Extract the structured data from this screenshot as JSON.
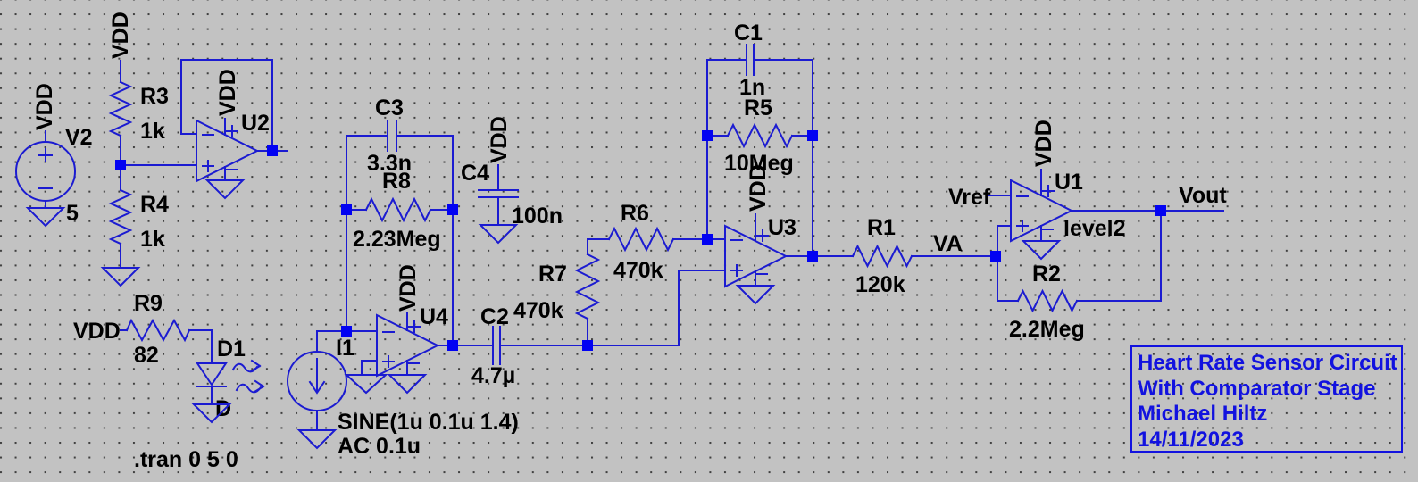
{
  "nets": {
    "vdd": "VDD",
    "va": "VA",
    "vref": "Vref",
    "vout": "Vout",
    "d": "D"
  },
  "components": {
    "v2": {
      "ref": "V2",
      "value": "5"
    },
    "r3": {
      "ref": "R3",
      "value": "1k"
    },
    "r4": {
      "ref": "R4",
      "value": "1k"
    },
    "u2": {
      "ref": "U2"
    },
    "r9": {
      "ref": "R9",
      "value": "82"
    },
    "d1": {
      "ref": "D1"
    },
    "c3": {
      "ref": "C3",
      "value": "3.3n"
    },
    "r8": {
      "ref": "R8",
      "value": "2.23Meg"
    },
    "c4": {
      "ref": "C4",
      "value": "100n"
    },
    "u4": {
      "ref": "U4"
    },
    "i1": {
      "ref": "I1",
      "spec_sine": "SINE(1u 0.1u 1.4)",
      "spec_ac": "AC 0.1u"
    },
    "c2": {
      "ref": "C2",
      "value": "4.7µ"
    },
    "r7": {
      "ref": "R7",
      "value": "470k"
    },
    "r6": {
      "ref": "R6",
      "value": "470k"
    },
    "c1": {
      "ref": "C1",
      "value": "1n"
    },
    "r5": {
      "ref": "R5",
      "value": "10Meg"
    },
    "u3": {
      "ref": "U3"
    },
    "r1": {
      "ref": "R1",
      "value": "120k"
    },
    "u1": {
      "ref": "U1",
      "model": "level2"
    },
    "r2": {
      "ref": "R2",
      "value": "2.2Meg"
    }
  },
  "directives": {
    "tran": ".tran 0 5 0"
  },
  "comment_block": {
    "line1": "Heart Rate Sensor Circuit",
    "line2": "With Comparator Stage",
    "line3": "Michael Hiltz",
    "line4": "14/11/2023"
  },
  "colors": {
    "wire": "#1b1bd1",
    "junction": "#0202f2",
    "label_text": "#000000",
    "comment_text": "#1212df",
    "background": "#c2c2c2"
  }
}
